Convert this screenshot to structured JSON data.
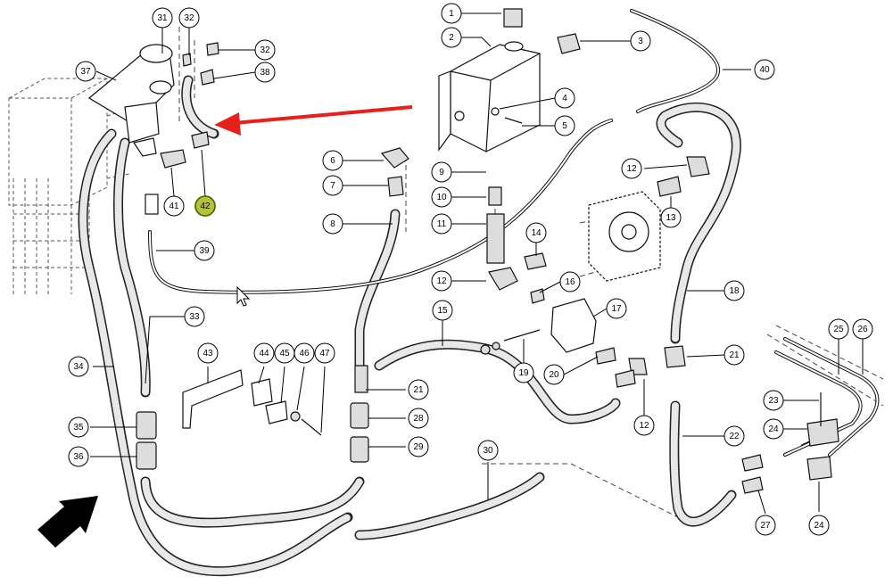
{
  "diagram": {
    "callouts": [
      {
        "id": "c1",
        "label": "1"
      },
      {
        "id": "c2",
        "label": "2"
      },
      {
        "id": "c3",
        "label": "3"
      },
      {
        "id": "c4",
        "label": "4"
      },
      {
        "id": "c5",
        "label": "5"
      },
      {
        "id": "c6",
        "label": "6"
      },
      {
        "id": "c7",
        "label": "7"
      },
      {
        "id": "c8",
        "label": "8"
      },
      {
        "id": "c9",
        "label": "9"
      },
      {
        "id": "c10",
        "label": "10"
      },
      {
        "id": "c11",
        "label": "11"
      },
      {
        "id": "c12a",
        "label": "12"
      },
      {
        "id": "c12b",
        "label": "12"
      },
      {
        "id": "c12c",
        "label": "12"
      },
      {
        "id": "c13",
        "label": "13"
      },
      {
        "id": "c14",
        "label": "14"
      },
      {
        "id": "c15",
        "label": "15"
      },
      {
        "id": "c16",
        "label": "16"
      },
      {
        "id": "c17",
        "label": "17"
      },
      {
        "id": "c18",
        "label": "18"
      },
      {
        "id": "c19",
        "label": "19"
      },
      {
        "id": "c20",
        "label": "20"
      },
      {
        "id": "c21a",
        "label": "21"
      },
      {
        "id": "c21b",
        "label": "21"
      },
      {
        "id": "c22",
        "label": "22"
      },
      {
        "id": "c23",
        "label": "23"
      },
      {
        "id": "c24a",
        "label": "24"
      },
      {
        "id": "c24b",
        "label": "24"
      },
      {
        "id": "c25",
        "label": "25"
      },
      {
        "id": "c26",
        "label": "26"
      },
      {
        "id": "c27",
        "label": "27"
      },
      {
        "id": "c28",
        "label": "28"
      },
      {
        "id": "c29",
        "label": "29"
      },
      {
        "id": "c30",
        "label": "30"
      },
      {
        "id": "c31",
        "label": "31"
      },
      {
        "id": "c32a",
        "label": "32"
      },
      {
        "id": "c32b",
        "label": "32"
      },
      {
        "id": "c33",
        "label": "33"
      },
      {
        "id": "c34",
        "label": "34"
      },
      {
        "id": "c35",
        "label": "35"
      },
      {
        "id": "c36",
        "label": "36"
      },
      {
        "id": "c37",
        "label": "37"
      },
      {
        "id": "c38",
        "label": "38"
      },
      {
        "id": "c39",
        "label": "39"
      },
      {
        "id": "c40",
        "label": "40"
      },
      {
        "id": "c41",
        "label": "41"
      },
      {
        "id": "c42",
        "label": "42"
      },
      {
        "id": "c43",
        "label": "43"
      },
      {
        "id": "c44",
        "label": "44"
      },
      {
        "id": "c45",
        "label": "45"
      },
      {
        "id": "c46",
        "label": "46"
      },
      {
        "id": "c47",
        "label": "47"
      }
    ],
    "colors": {
      "highlight_fill": "#b5c23a",
      "highlight_stroke": "#556b0a",
      "pointer_arrow": "#e8201c",
      "ink": "#111111",
      "background": "#ffffff"
    },
    "highlighted_callout": "42",
    "icons": [
      "red-pointer-arrow-icon",
      "direction-arrow-icon",
      "mouse-cursor-icon"
    ]
  }
}
